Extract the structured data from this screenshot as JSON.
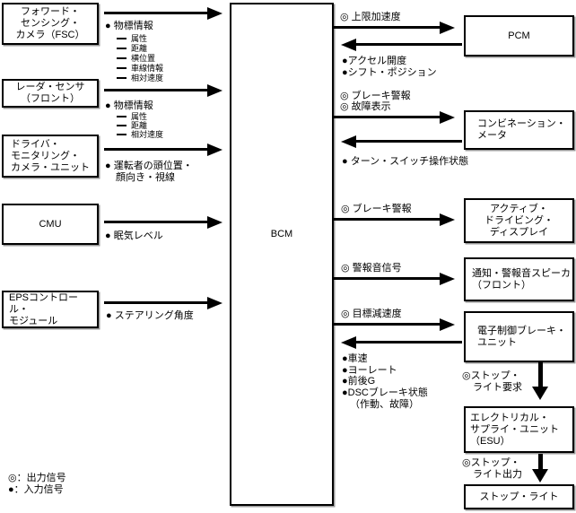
{
  "bcm": {
    "label": "BCM"
  },
  "left_nodes": [
    {
      "lines": [
        "フォワード・",
        "センシング・",
        "カメラ（FSC）"
      ]
    },
    {
      "lines": [
        "レーダ・センサ",
        "（フロント）"
      ]
    },
    {
      "lines": [
        "ドライバ・",
        "モニタリング・",
        "カメラ・ユニット"
      ]
    },
    {
      "lines": [
        "CMU"
      ]
    },
    {
      "lines": [
        "EPSコントロール・",
        "モジュール"
      ]
    }
  ],
  "left_signals": [
    {
      "label": "● 物標情報",
      "subs": [
        "属性",
        "距離",
        "横位置",
        "車線情報",
        "相対速度"
      ]
    },
    {
      "label": "● 物標情報",
      "subs": [
        "属性",
        "距離",
        "相対速度"
      ]
    },
    {
      "label": "● 運転者の頭位置・",
      "label2": "顔向き・視線"
    },
    {
      "label": "● 眠気レベル"
    },
    {
      "label": "● ステアリング角度"
    }
  ],
  "right_nodes": [
    {
      "lines": [
        "PCM"
      ]
    },
    {
      "lines": [
        "コンビネーション・",
        "メータ"
      ]
    },
    {
      "lines": [
        "アクティブ・",
        "ドライビング・",
        "ディスプレイ"
      ]
    },
    {
      "lines": [
        "通知・警報音スピーカ",
        "（フロント）"
      ]
    },
    {
      "lines": [
        "電子制御ブレーキ・",
        "ユニット"
      ]
    },
    {
      "lines": [
        "エレクトリカル・",
        "サプライ・ユニット",
        "（ESU）"
      ]
    },
    {
      "lines": [
        "ストップ・ライト"
      ]
    }
  ],
  "right_out_signals": [
    {
      "label": "◎ 上限加速度"
    },
    {
      "label": "◎ ブレーキ警報",
      "label2": "◎ 故障表示"
    },
    {
      "label": "◎ ブレーキ警報"
    },
    {
      "label": "◎ 警報音信号"
    },
    {
      "label": "◎ 目標減速度"
    }
  ],
  "right_in_signals": [
    {
      "labels": [
        "●アクセル開度",
        "●シフト・ポジション"
      ]
    },
    {
      "labels": [
        "● ターン・スイッチ操作状態"
      ]
    },
    {
      "labels": [
        "●車速",
        "●ヨーレート",
        "●前後G",
        "●DSCブレーキ状態",
        "（作動、故障）"
      ]
    }
  ],
  "down_signals": [
    {
      "line1": "◎ストップ・",
      "line2": "ライト要求"
    },
    {
      "line1": "◎ストップ・",
      "line2": "ライト出力"
    }
  ],
  "legend": {
    "output": "◎：出力信号",
    "input": "●：入力信号"
  }
}
